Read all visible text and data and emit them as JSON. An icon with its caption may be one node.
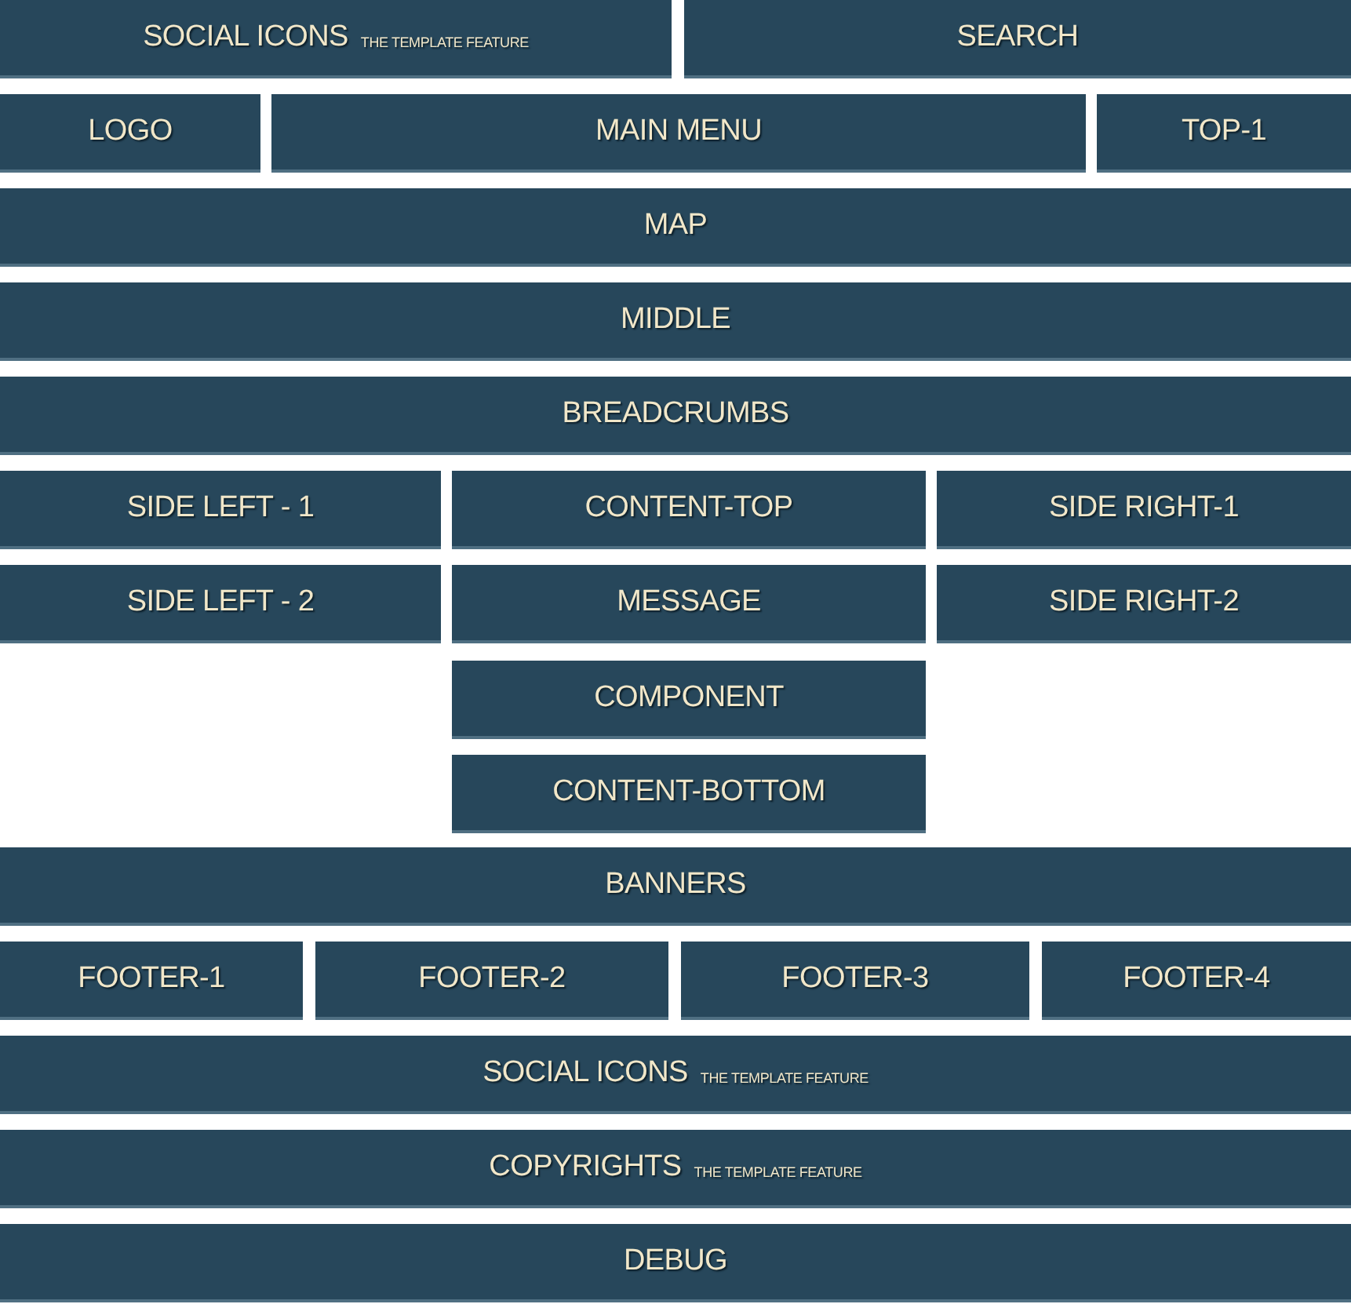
{
  "diagram": {
    "nodes": [
      {
        "text": [
          "SOCIAL ICONS",
          "THE TEMPLATE FEATURE"
        ]
      },
      {
        "text": [
          "SEARCH"
        ]
      },
      {
        "text": [
          "LOGO"
        ]
      },
      {
        "text": [
          "MAIN MENU"
        ]
      },
      {
        "text": [
          "TOP-1"
        ]
      },
      {
        "text": [
          "MAP"
        ]
      },
      {
        "text": [
          "MIDDLE"
        ]
      },
      {
        "text": [
          "BREADCRUMBS"
        ]
      },
      {
        "text": [
          "SIDE LEFT - 1"
        ]
      },
      {
        "text": [
          "CONTENT-TOP"
        ]
      },
      {
        "text": [
          "SIDE RIGHT-1"
        ]
      },
      {
        "text": [
          "SIDE LEFT - 2"
        ]
      },
      {
        "text": [
          "MESSAGE"
        ]
      },
      {
        "text": [
          "SIDE RIGHT-2"
        ]
      },
      {
        "text": [
          "COMPONENT"
        ]
      },
      {
        "text": [
          "CONTENT-BOTTOM"
        ]
      },
      {
        "text": [
          "BANNERS"
        ]
      },
      {
        "text": [
          "FOOTER-1"
        ]
      },
      {
        "text": [
          "FOOTER-2"
        ]
      },
      {
        "text": [
          "FOOTER-3"
        ]
      },
      {
        "text": [
          "FOOTER-4"
        ]
      },
      {
        "text": [
          "SOCIAL ICONS",
          "THE TEMPLATE FEATURE"
        ]
      },
      {
        "text": [
          "COPYRIGHTS",
          "THE TEMPLATE FEATURE"
        ]
      },
      {
        "text": [
          "DEBUG"
        ]
      }
    ]
  }
}
